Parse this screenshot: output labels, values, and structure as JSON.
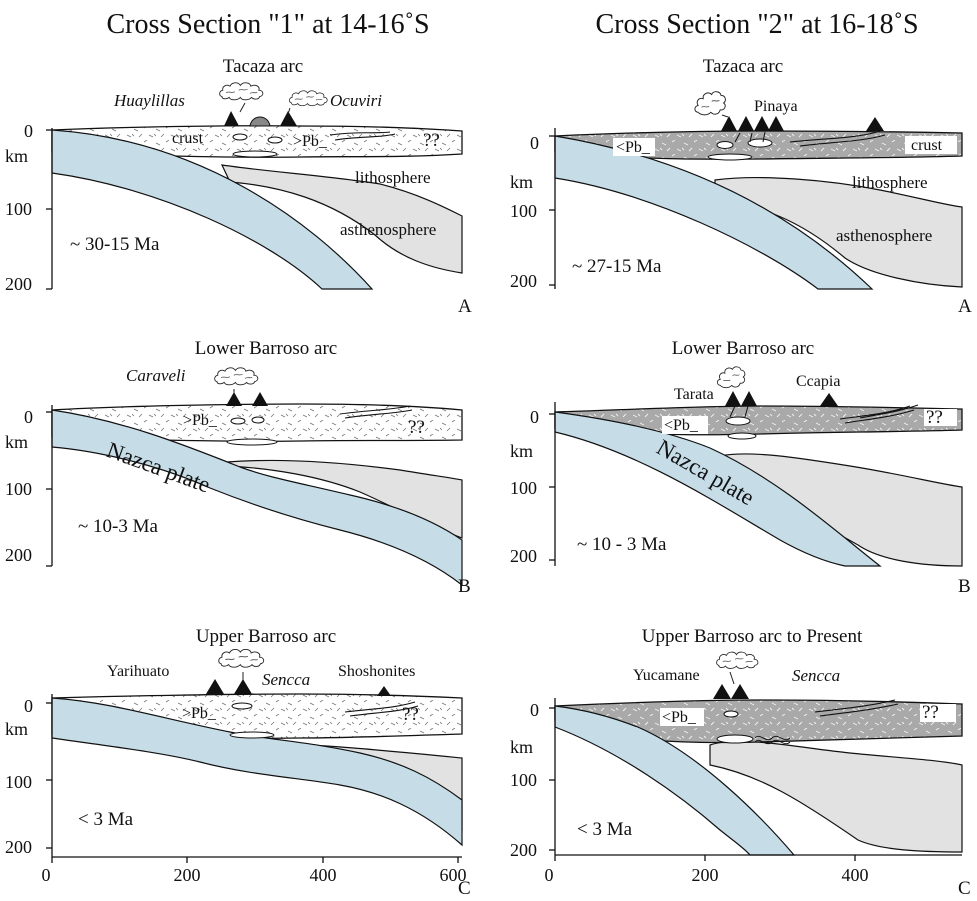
{
  "titles": {
    "left": "Cross Section \"1\" at 14-16˚S",
    "right": "Cross Section \"2\" at 16-18˚S"
  },
  "colors": {
    "slab": "#c6dde8",
    "asthenosphere": "#e2e2e2",
    "crust_dark": "#a9a9a9",
    "ink": "#111111"
  },
  "panels": {
    "L1": {
      "arc_title": "Tacaza arc",
      "age": "~ 30-15 Ma",
      "letter": "A",
      "labels": {
        "volcano_a": "Huaylillas",
        "volcano_b": "Ocuviri",
        "crust": "crust",
        "pb": ">Pb_",
        "qq": "??",
        "lithosphere": "lithosphere",
        "asthenosphere": "asthenosphere"
      },
      "y_ticks": [
        "0",
        "km",
        "100",
        "200"
      ]
    },
    "R1": {
      "arc_title": "Tazaca arc",
      "age": "~ 27-15 Ma",
      "letter": "A",
      "labels": {
        "volcano_a": "Pinaya",
        "crust": "crust",
        "pb": "<Pb_",
        "lithosphere": "lithosphere",
        "asthenosphere": "asthenosphere"
      },
      "y_ticks": [
        "0",
        "km",
        "100",
        "200"
      ]
    },
    "L2": {
      "arc_title": "Lower Barroso arc",
      "age": "~ 10-3 Ma",
      "letter": "B",
      "labels": {
        "volcano_a": "Caraveli",
        "pb": ">Pb_",
        "qq": "??",
        "plate": "Nazca plate"
      },
      "y_ticks": [
        "0",
        "km",
        "100",
        "200"
      ]
    },
    "R2": {
      "arc_title": "Lower Barroso arc",
      "age": "~ 10 - 3 Ma",
      "letter": "B",
      "labels": {
        "volcano_a": "Tarata",
        "volcano_b": "Ccapia",
        "pb": "<Pb_",
        "qq": "??",
        "plate": "Nazca plate"
      },
      "y_ticks": [
        "0",
        "km",
        "100",
        "200"
      ]
    },
    "L3": {
      "arc_title": "Upper Barroso arc",
      "age": "< 3 Ma",
      "letter": "C",
      "labels": {
        "volcano_a": "Yarihuato",
        "volcano_b": "Sencca",
        "volcano_c": "Shoshonites",
        "pb": ">Pb_",
        "qq": "??"
      },
      "y_ticks": [
        "0",
        "km",
        "100",
        "200"
      ],
      "x_ticks": [
        "0",
        "200",
        "400",
        "600"
      ]
    },
    "R3": {
      "arc_title": "Upper Barroso arc to Present",
      "age": "< 3 Ma",
      "letter": "C",
      "labels": {
        "volcano_a": "Yucamane",
        "volcano_b": "Sencca",
        "pb": "<Pb_",
        "qq": "??"
      },
      "y_ticks": [
        "0",
        "km",
        "100",
        "200"
      ],
      "x_ticks": [
        "0",
        "200",
        "400"
      ]
    }
  }
}
